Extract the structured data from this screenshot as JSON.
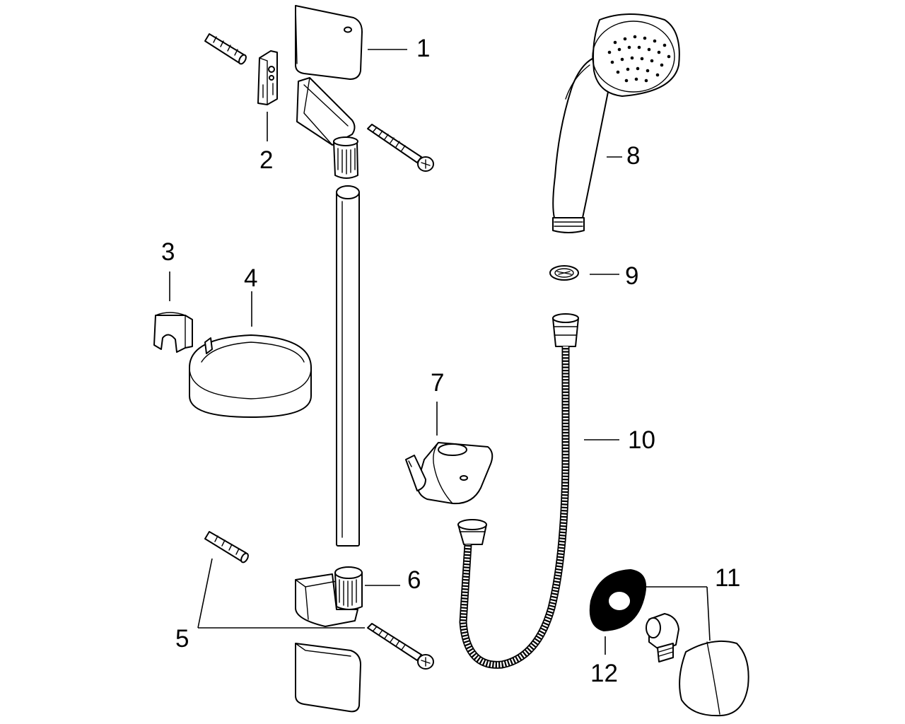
{
  "diagram": {
    "type": "exploded-parts-view",
    "callouts": [
      {
        "id": "callout-1",
        "number": "1"
      },
      {
        "id": "callout-2",
        "number": "2"
      },
      {
        "id": "callout-3",
        "number": "3"
      },
      {
        "id": "callout-4",
        "number": "4"
      },
      {
        "id": "callout-5",
        "number": "5"
      },
      {
        "id": "callout-6",
        "number": "6"
      },
      {
        "id": "callout-7",
        "number": "7"
      },
      {
        "id": "callout-8",
        "number": "8"
      },
      {
        "id": "callout-9",
        "number": "9"
      },
      {
        "id": "callout-10",
        "number": "10"
      },
      {
        "id": "callout-11",
        "number": "11"
      },
      {
        "id": "callout-12",
        "number": "12"
      }
    ],
    "colors": {
      "line": "#000000",
      "background": "#ffffff"
    }
  }
}
